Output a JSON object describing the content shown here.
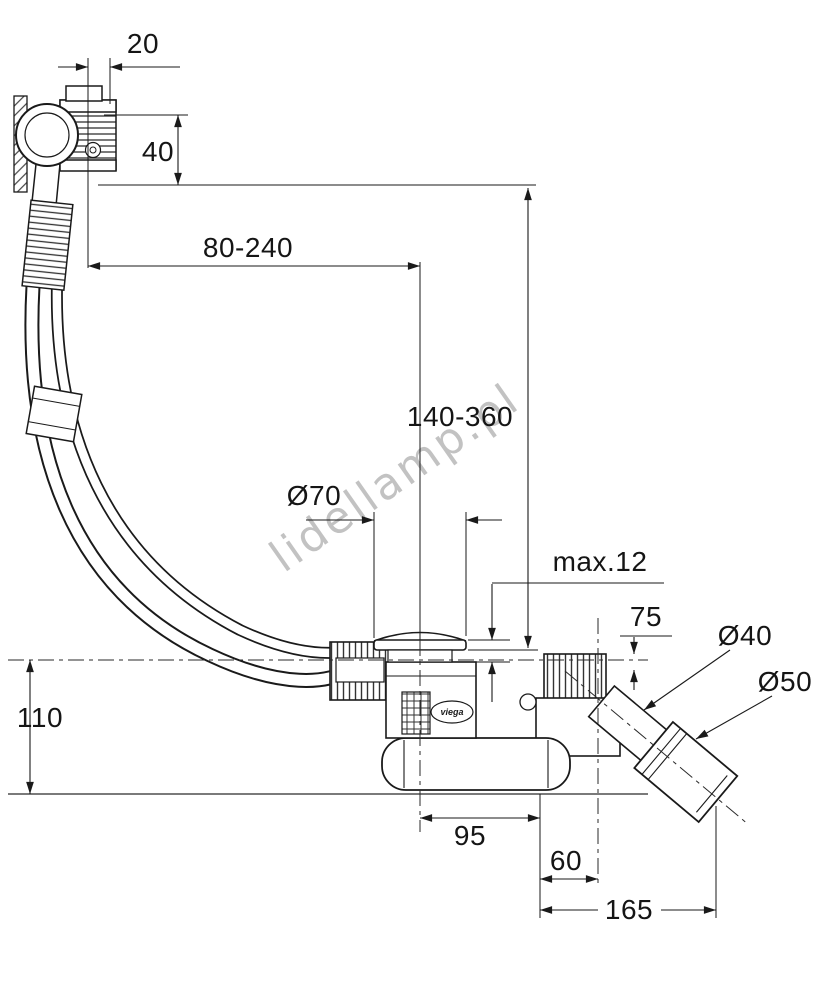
{
  "watermark": {
    "text": "lidellamp.pl"
  },
  "brand": {
    "logo": "viega"
  },
  "labels": {
    "d20": "20",
    "d40": "40",
    "d80_240": "80-240",
    "d140_360": "140-360",
    "dia70": "Ø70",
    "max12": "max.12",
    "d75": "75",
    "dia40": "Ø40",
    "dia50": "Ø50",
    "d110": "110",
    "d95": "95",
    "d60": "60",
    "d165": "165"
  },
  "colors": {
    "line": "#1a1a1a",
    "watermark": "#c2c2c2",
    "background": "#ffffff"
  }
}
